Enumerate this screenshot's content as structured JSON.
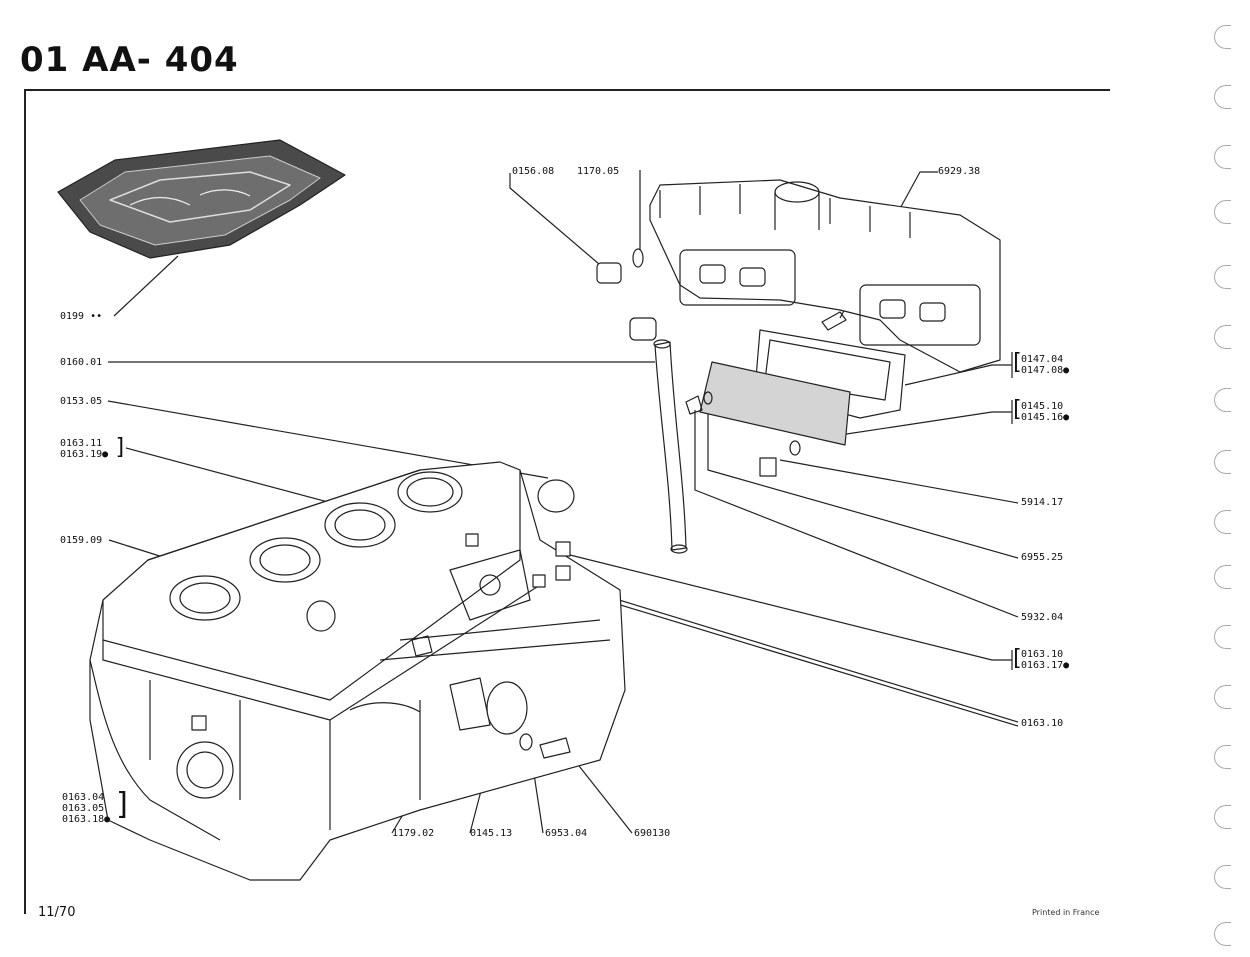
{
  "header": {
    "title": "01 AA- 404"
  },
  "footer": {
    "date": "11/70",
    "printed": "Printed in France"
  },
  "labels": {
    "l0199": "0199 ••",
    "l016001": "0160.01",
    "l015305": "0153.05",
    "l016311": "0163.11",
    "l016319": "0163.19●",
    "l015909": "0159.09",
    "l016304": "0163.04",
    "l016305": "0163.05",
    "l016318": "0163.18●",
    "l015608": "0156.08",
    "l117005": "1170.05",
    "l692938": "6929.38",
    "l014704": "0147.04",
    "l014708": "0147.08●",
    "l014510": "0145.10",
    "l014516": "0145.16●",
    "l591417": "5914.17",
    "l695525": "6955.25",
    "l593204": "5932.04",
    "l016310a": "0163.10",
    "l016317": "0163.17●",
    "l016310b": "0163.10",
    "l117902": "1179.02",
    "l014513": "0145.13",
    "l695304": "6953.04",
    "l690130": "690130"
  }
}
